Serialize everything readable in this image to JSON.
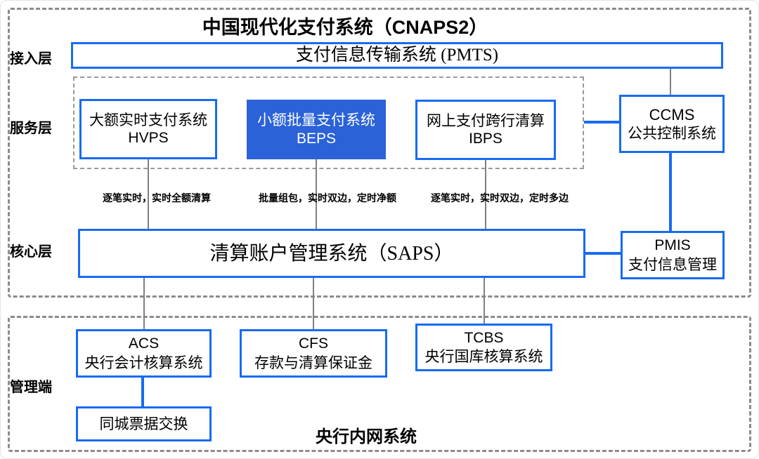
{
  "title": "中国现代化支付系统（CNAPS2）",
  "colors": {
    "accent_blue": "#176BF2",
    "beps_fill": "#2B62D8",
    "connector_gray": "#808080",
    "dashed_gray": "#8C8C8C"
  },
  "layer_labels": {
    "access": "接入层",
    "service": "服务层",
    "core": "核心层",
    "management": "管理端"
  },
  "boxes": {
    "pmts": {
      "label": "支付信息传输系统 (PMTS)"
    },
    "hvps": {
      "name_cn": "大额实时支付系统",
      "acronym": "HVPS"
    },
    "beps": {
      "name_cn": "小额批量支付系统",
      "acronym": "BEPS"
    },
    "ibps": {
      "name_cn": "网上支付跨行清算",
      "acronym": "IBPS"
    },
    "ccms": {
      "acronym": "CCMS",
      "name_cn": "公共控制系统"
    },
    "saps": {
      "label": "清算账户管理系统（SAPS）"
    },
    "pmis": {
      "acronym": "PMIS",
      "name_cn": "支付信息管理"
    },
    "acs": {
      "acronym": "ACS",
      "name_cn": "央行会计核算系统"
    },
    "cfs": {
      "acronym": "CFS",
      "name_cn": "存款与清算保证金"
    },
    "tcbs": {
      "acronym": "TCBS",
      "name_cn": "央行国库核算系统"
    },
    "local_clearing": {
      "label": "同城票据交换"
    }
  },
  "annotations": {
    "hvps_note": "逐笔实时，实时全额清算",
    "beps_note": "批量组包，实时双边，定时净额",
    "ibps_note": "逐笔实时，实时双边，定时多边"
  },
  "footer_label": "央行内网系统"
}
